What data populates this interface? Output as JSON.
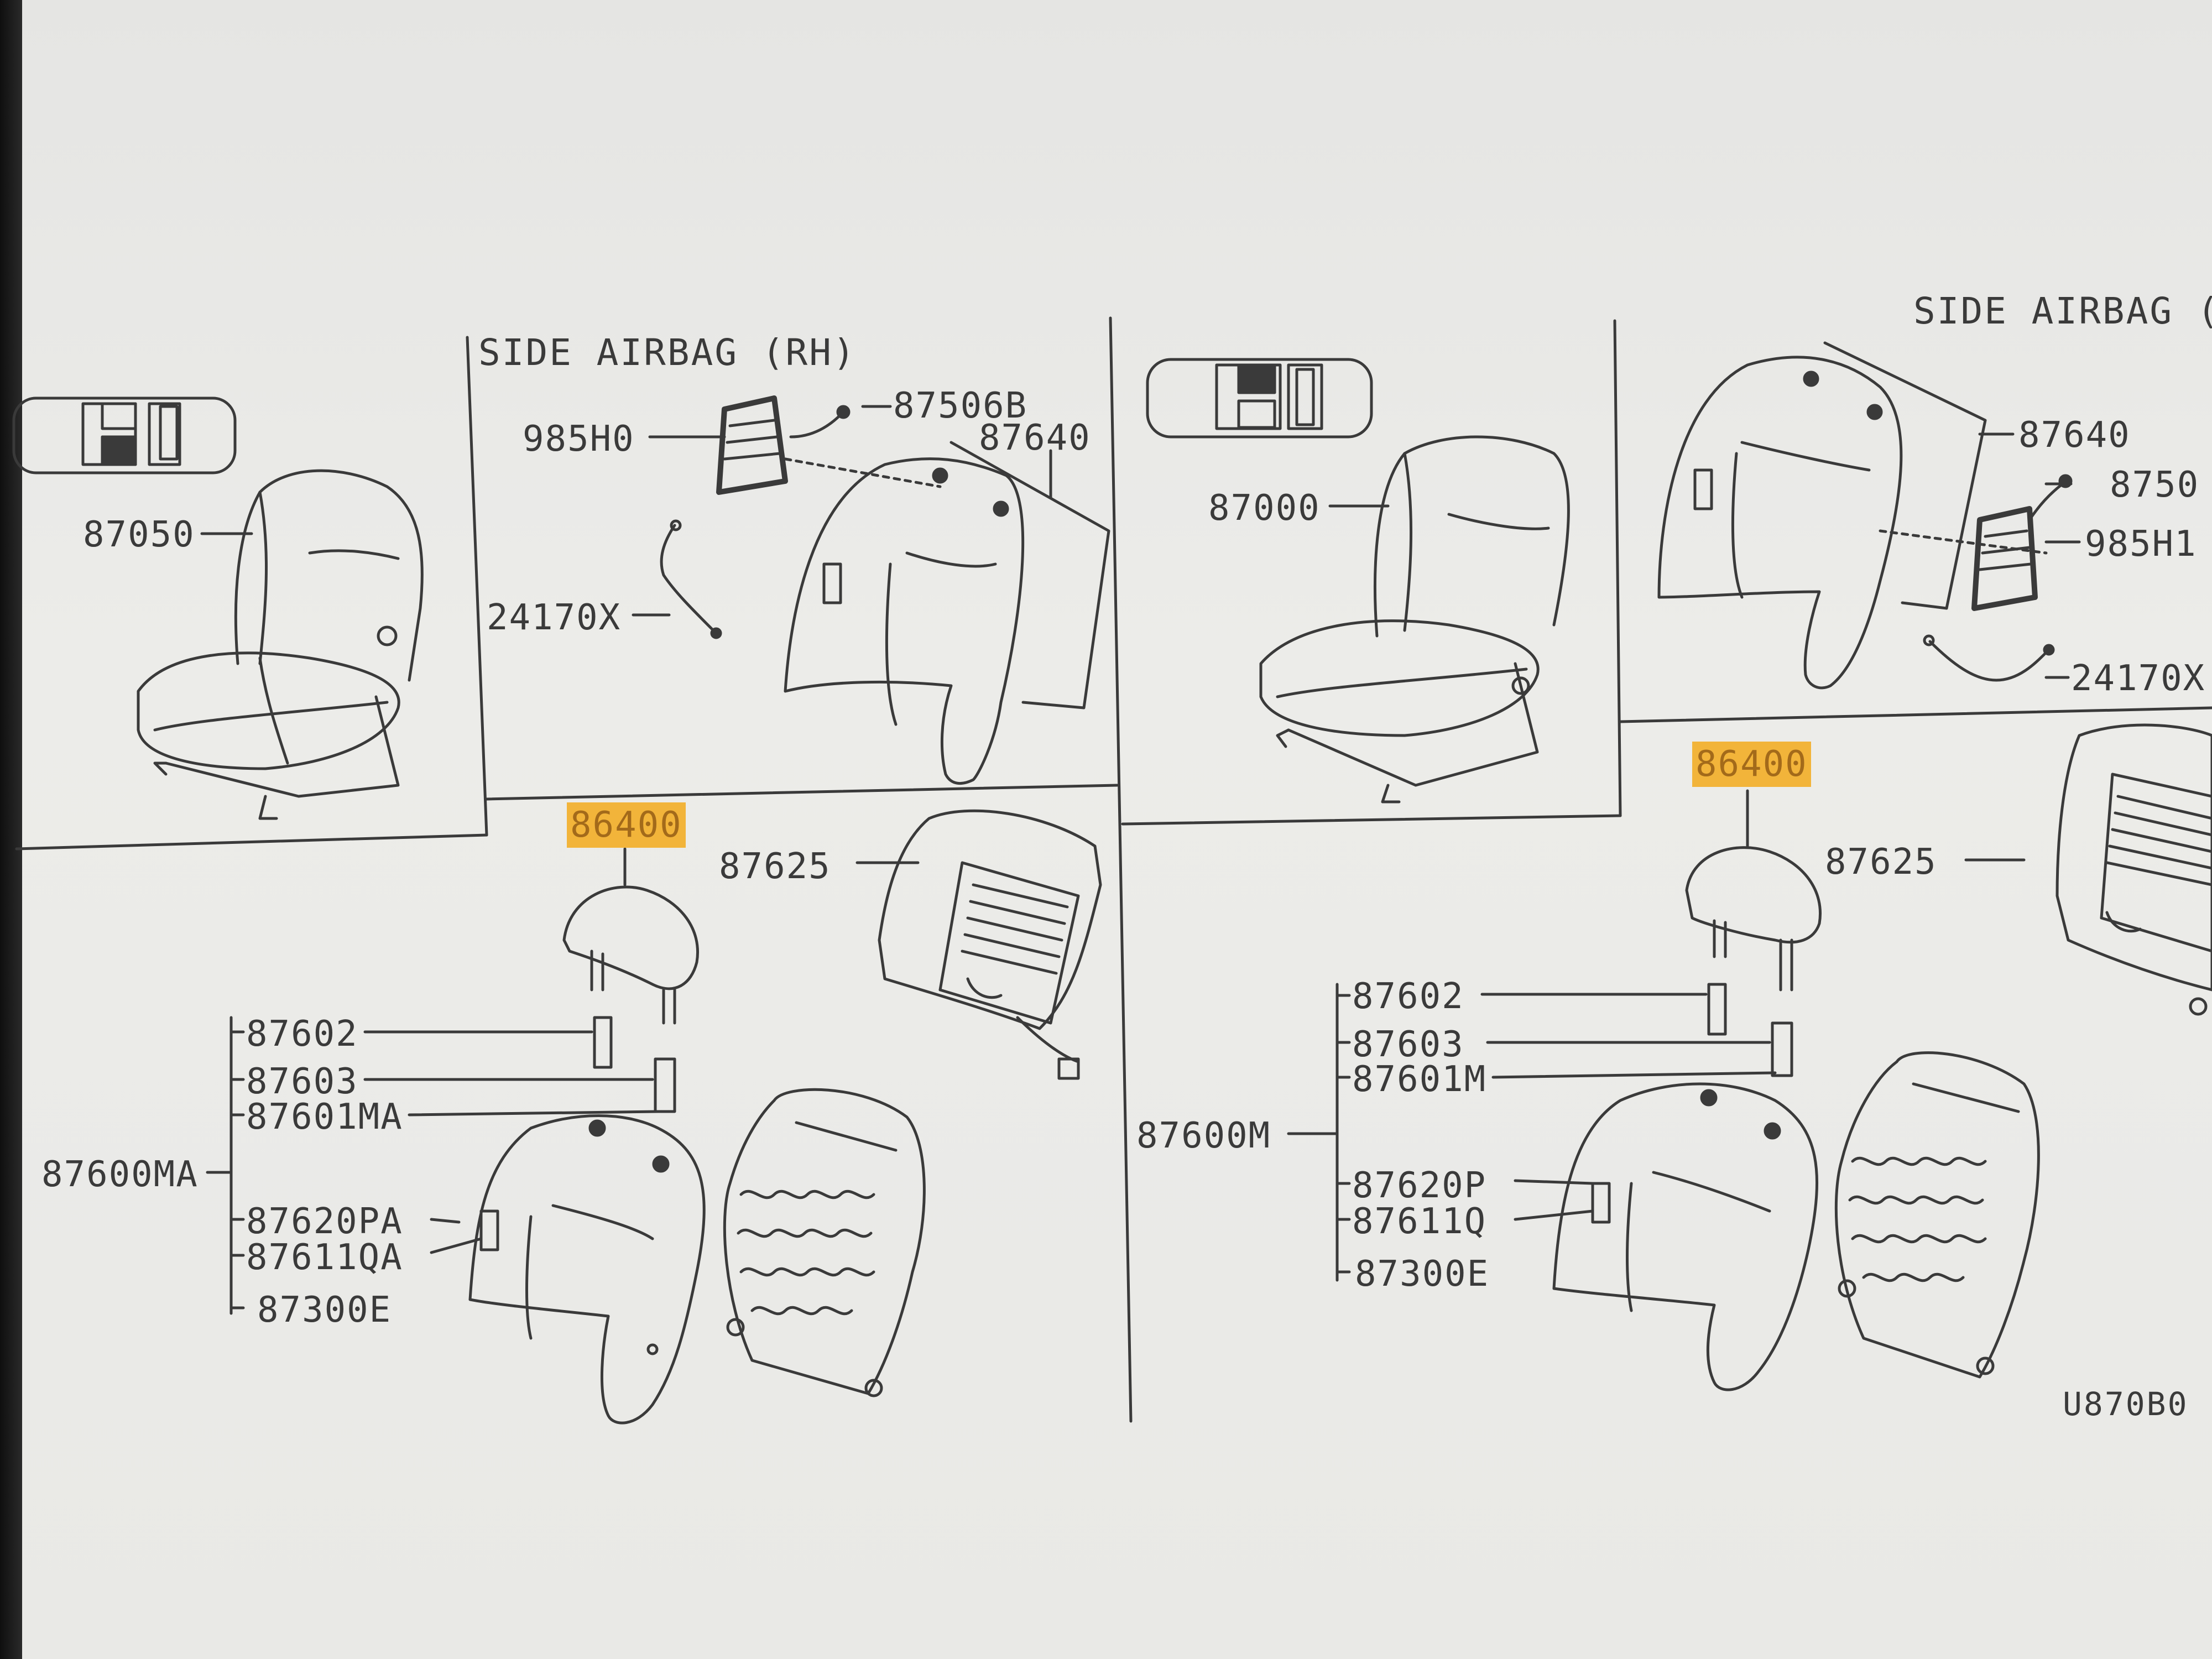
{
  "colors": {
    "screen_bg": "#ebebe8",
    "line": "#3a3a3a",
    "highlight": "#f2b43a"
  },
  "diagram_code": "U870B0",
  "left": {
    "box_title": "SIDE AIRBAG (RH)",
    "labels": {
      "seat_assy": "87050",
      "airbag_module": "985H0",
      "airbag_clip": "87506B",
      "back_pad": "87640",
      "harness": "24170X",
      "headrest": "86400",
      "back_board": "87625",
      "guide_a": "87602",
      "guide_b": "87603",
      "trim": "87601MA",
      "back_assy": "87600MA",
      "knob": "87620PA",
      "escutcheon": "87611QA",
      "frame": "87300E"
    }
  },
  "right": {
    "box_title": "SIDE AIRBAG (L",
    "labels": {
      "seat_assy": "87000",
      "back_pad": "87640",
      "airbag_clip": "8750",
      "airbag_module": "985H1",
      "harness": "24170X",
      "headrest": "86400",
      "back_board": "87625",
      "guide_a": "87602",
      "guide_b": "87603",
      "trim": "87601M",
      "back_assy": "87600M",
      "knob": "87620P",
      "escutcheon": "87611Q",
      "frame": "87300E"
    }
  }
}
